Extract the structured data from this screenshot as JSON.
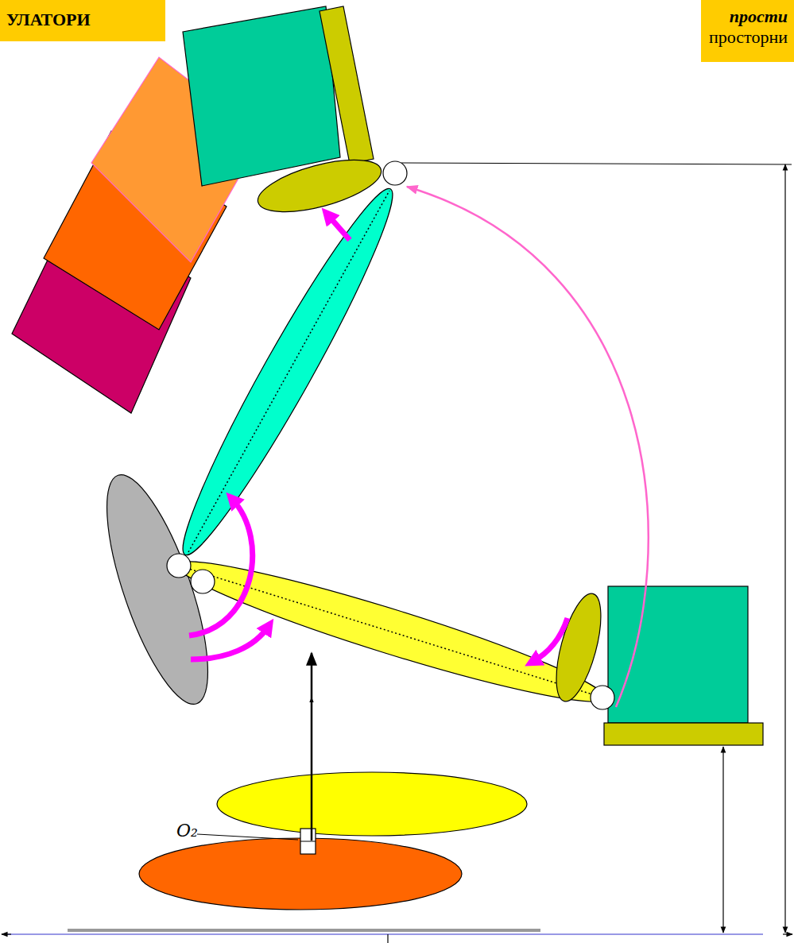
{
  "diagram": {
    "nodes": [
      {
        "text": [
          "УЛАТОРИ"
        ]
      },
      {
        "text": [
          "прости",
          "просторни"
        ]
      }
    ],
    "labels": [
      "O₂"
    ]
  }
}
